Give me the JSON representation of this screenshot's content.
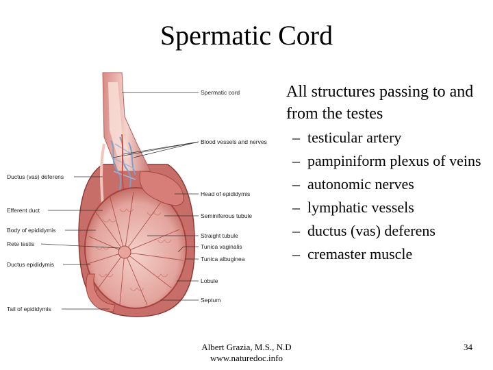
{
  "slide": {
    "title": "Spermatic Cord",
    "intro": "All structures passing to and from the testes",
    "bullets": [
      "testicular artery",
      "pampiniform plexus of veins",
      "autonomic nerves",
      "lymphatic vessels",
      "ductus (vas) deferens",
      "cremaster muscle"
    ],
    "footer_author": "Albert Grazia, M.S., N.D",
    "footer_url": "www.naturedoc.info",
    "page_number": "34"
  },
  "figure": {
    "labels": {
      "spermatic_cord": "Spermatic cord",
      "blood_vessels_nerves": "Blood vessels and nerves",
      "ductus_deferens": "Ductus (vas) deferens",
      "head_epididymis": "Head of epididymis",
      "efferent_duct": "Efferent duct",
      "seminiferous_tubule": "Seminiferous tubule",
      "body_epididymis": "Body of epididymis",
      "straight_tubule": "Straight tubule",
      "rete_testis": "Rete testis",
      "tunica_vaginalis": "Tunica vaginalis",
      "tunica_albuginea": "Tunica albuginea",
      "ductus_epididymis": "Ductus epididymis",
      "lobule": "Lobule",
      "septum": "Septum",
      "tail_epididymis": "Tail of epididymis"
    },
    "colors": {
      "tissue": "#d98a86",
      "tissue_dark": "#a8443f",
      "tissue_light": "#f1c6bd",
      "vein": "#7f9fc8",
      "artery": "#d04a3a"
    }
  }
}
